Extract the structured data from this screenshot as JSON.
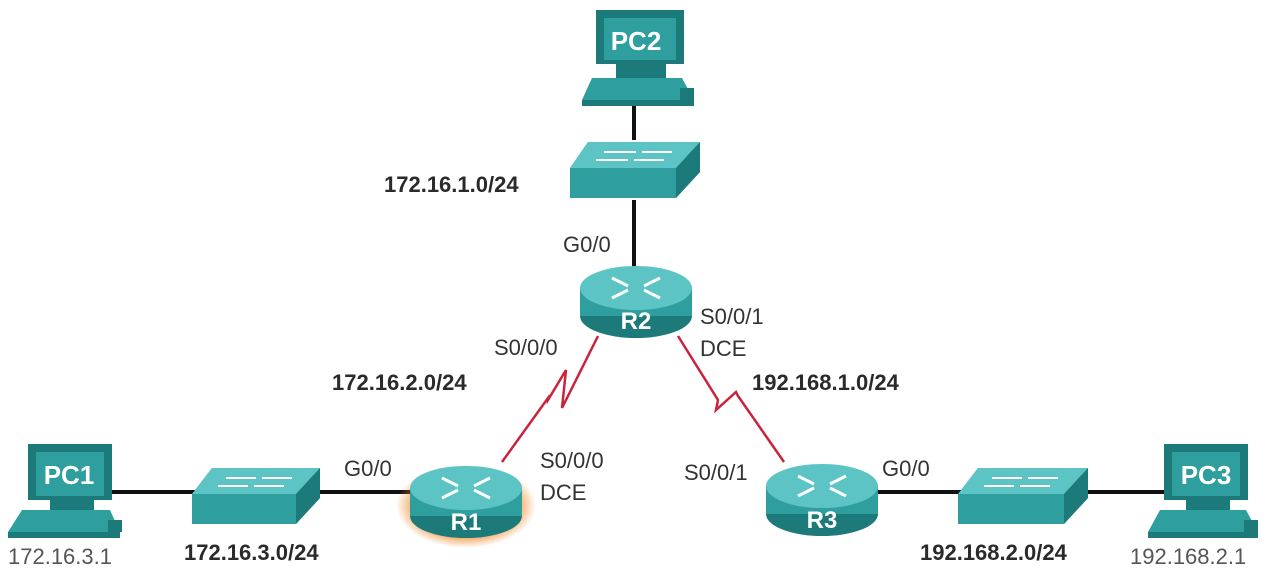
{
  "colors": {
    "device_teal": "#2f9e9e",
    "device_teal_dark": "#1d7a7a",
    "device_teal_light": "#5cc4c4",
    "ethernet": "#111111",
    "serial": "#c8243c",
    "r1_glow": "#f07a10"
  },
  "devices": {
    "pc1": {
      "label": "PC1",
      "ip": "172.16.3.1"
    },
    "pc2": {
      "label": "PC2"
    },
    "pc3": {
      "label": "PC3",
      "ip": "192.168.2.1"
    },
    "r1": {
      "label": "R1"
    },
    "r2": {
      "label": "R2"
    },
    "r3": {
      "label": "R3"
    }
  },
  "networks": {
    "lan_r2": "172.16.1.0/24",
    "lan_r1": "172.16.3.0/24",
    "lan_r3": "192.168.2.0/24",
    "wan_r1_r2": "172.16.2.0/24",
    "wan_r2_r3": "192.168.1.0/24"
  },
  "interfaces": {
    "r2_g": "G0/0",
    "r2_s0": "S0/0/0",
    "r2_s1": "S0/0/1",
    "r2_s1_dce": "DCE",
    "r1_g": "G0/0",
    "r1_s0": "S0/0/0",
    "r1_s0_dce": "DCE",
    "r3_s1": "S0/0/1",
    "r3_g": "G0/0"
  }
}
